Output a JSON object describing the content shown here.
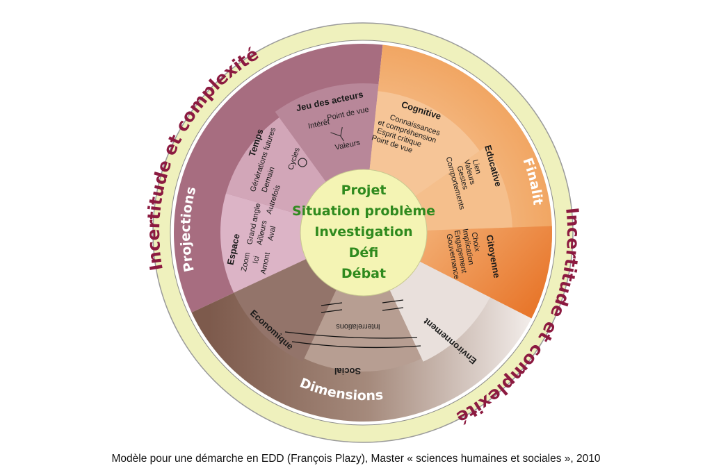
{
  "ring": {
    "top_left": "Incertitude et complexité",
    "bottom_right": "Incertitude et complexité"
  },
  "sectors": {
    "projections": {
      "title": "Projections",
      "jeu": {
        "title": "Jeu des acteurs",
        "items": [
          "Intérêt",
          "Point de vue",
          "Valeurs"
        ]
      },
      "temps": {
        "title": "Temps",
        "items": [
          "Générations futures",
          "Demain",
          "Autrefois",
          "Cycles"
        ]
      },
      "espace": {
        "title": "Espace",
        "items": [
          "Zoom",
          "Grand angle",
          "Ici",
          "Ailleurs",
          "Amont",
          "Aval"
        ]
      }
    },
    "finalites": {
      "title": "Finalités",
      "cognitive": {
        "title": "Cognitive",
        "items": [
          "Connaissances",
          "et compréhension",
          "Esprit critique",
          "Point de vue"
        ]
      },
      "educative": {
        "title": "Educative",
        "items": [
          "Lien",
          "Valeurs",
          "Gestes",
          "Comportements"
        ]
      },
      "citoyenne": {
        "title": "Citoyenne",
        "items": [
          "Choix",
          "Implication",
          "Engagement",
          "Gouvernance"
        ]
      }
    },
    "dimensions": {
      "title": "Dimensions",
      "economique": "Economique",
      "social": "Social",
      "interrelations": "Interrelations",
      "environnement": "Environnement"
    }
  },
  "center": {
    "items": [
      "Projet",
      "Situation problème",
      "Investigation",
      "Défi",
      "Débat"
    ]
  },
  "caption": "Modèle pour une démarche en EDD (François Plazy), Master « sciences humaines et sociales », 2010",
  "colors": {
    "ring": "#eff1bd",
    "ring_text": "#8c1a40",
    "center": "#f4f4b4",
    "center_text": "#2f8a1e"
  }
}
